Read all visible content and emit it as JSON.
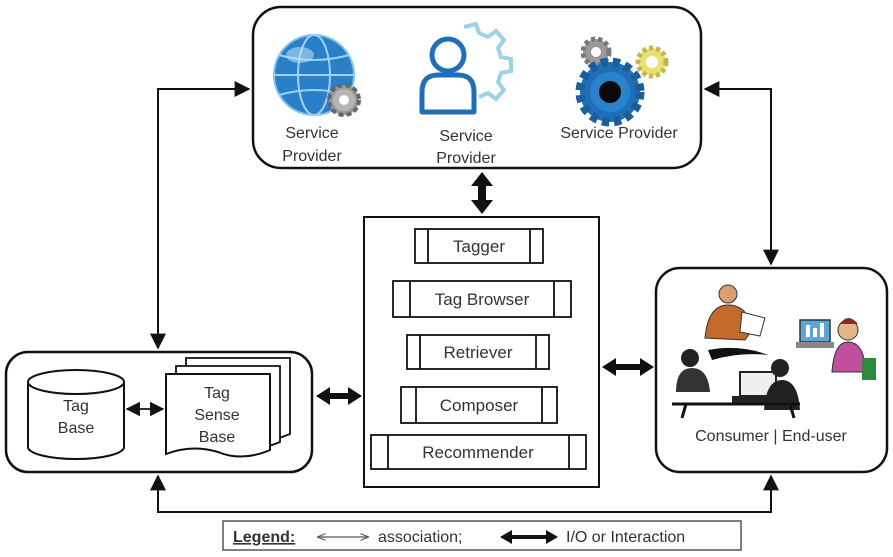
{
  "providers": [
    {
      "line1": "Service",
      "line2": "Provider",
      "icon": "globe-gear-icon"
    },
    {
      "line1": "Service",
      "line2": "Provider",
      "icon": "person-gear-icon"
    },
    {
      "line1": "Service Provider",
      "icon": "gears-icon"
    }
  ],
  "modules": [
    "Tagger",
    "Tag Browser",
    "Retriever",
    "Composer",
    "Recommender"
  ],
  "store": {
    "tag_base": {
      "line1": "Tag",
      "line2": "Base"
    },
    "tag_sense_base": {
      "line1": "Tag",
      "line2": "Sense",
      "line3": "Base"
    }
  },
  "consumer": {
    "label": "Consumer | End-user",
    "icon": "people-computers-icon"
  },
  "legend": {
    "title": "Legend:",
    "association": "association;",
    "io": "I/O or Interaction"
  },
  "colors": {
    "stroke": "#111111",
    "blue": "#1f6fb8",
    "light_blue": "#6fb6e0",
    "gear_yellow": "#e8e070"
  }
}
